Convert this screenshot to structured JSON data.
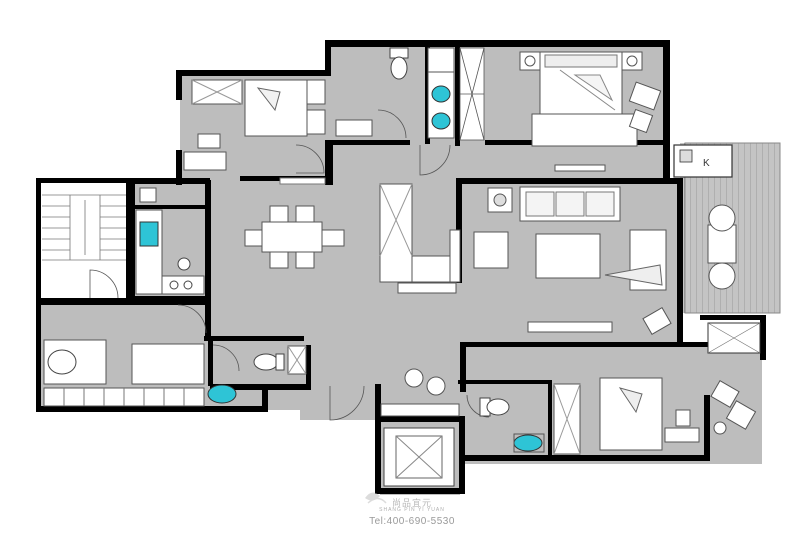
{
  "watermark": {
    "name": "尚品宜元",
    "pinyin": "SHANG PIN YI YUAN",
    "tel": "Tel:400-690-5530"
  },
  "colors": {
    "wall": "#000000",
    "floor": "#bdbdbd",
    "furniture": "#ffffff",
    "accent": "#2ec4d6",
    "line": "#555555"
  },
  "icons": [
    "toilet-icon",
    "washbasin-icon",
    "bed-icon",
    "sofa-icon",
    "dining-table-icon",
    "stair-icon",
    "elevator-icon",
    "wardrobe-icon"
  ]
}
